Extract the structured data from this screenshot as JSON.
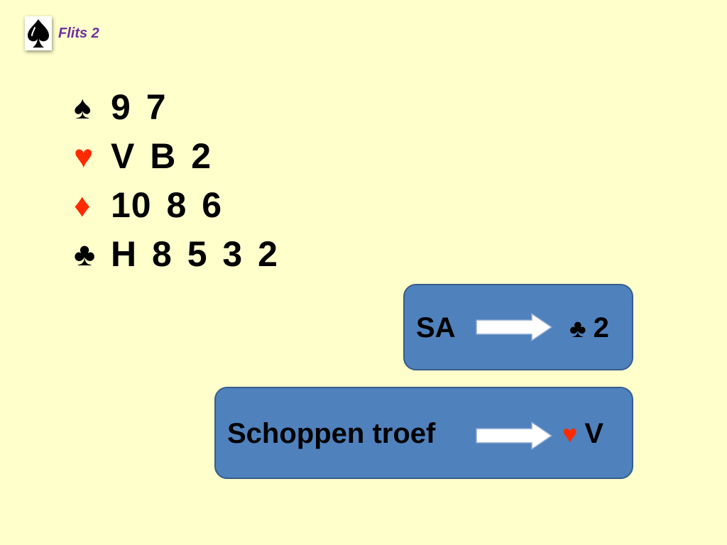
{
  "header": {
    "logo_icon": "spade-icon",
    "title": "Flits 2"
  },
  "colors": {
    "background": "#FFFFCC",
    "black_suit": "#000000",
    "red_suit": "#FF2A00",
    "title": "#7030A0",
    "box_fill": "#4F81BD",
    "box_border": "#385D8A"
  },
  "hand": [
    {
      "suit": "spades",
      "symbol": "♠",
      "cards": "9 7",
      "color": "#000000"
    },
    {
      "suit": "hearts",
      "symbol": "♥",
      "cards": "V B 2",
      "color": "#FF2A00"
    },
    {
      "suit": "diamonds",
      "symbol": "♦",
      "cards": "10 8 6",
      "color": "#FF2A00"
    },
    {
      "suit": "clubs",
      "symbol": "♣",
      "cards": "H 8 5 3 2",
      "color": "#000000"
    }
  ],
  "leads": [
    {
      "contract": "SA",
      "symbol": "♣",
      "card": "2",
      "color": "#000000"
    },
    {
      "contract": "Schoppen troef",
      "symbol": "♥",
      "card": "V",
      "color": "#FF2A00"
    }
  ]
}
